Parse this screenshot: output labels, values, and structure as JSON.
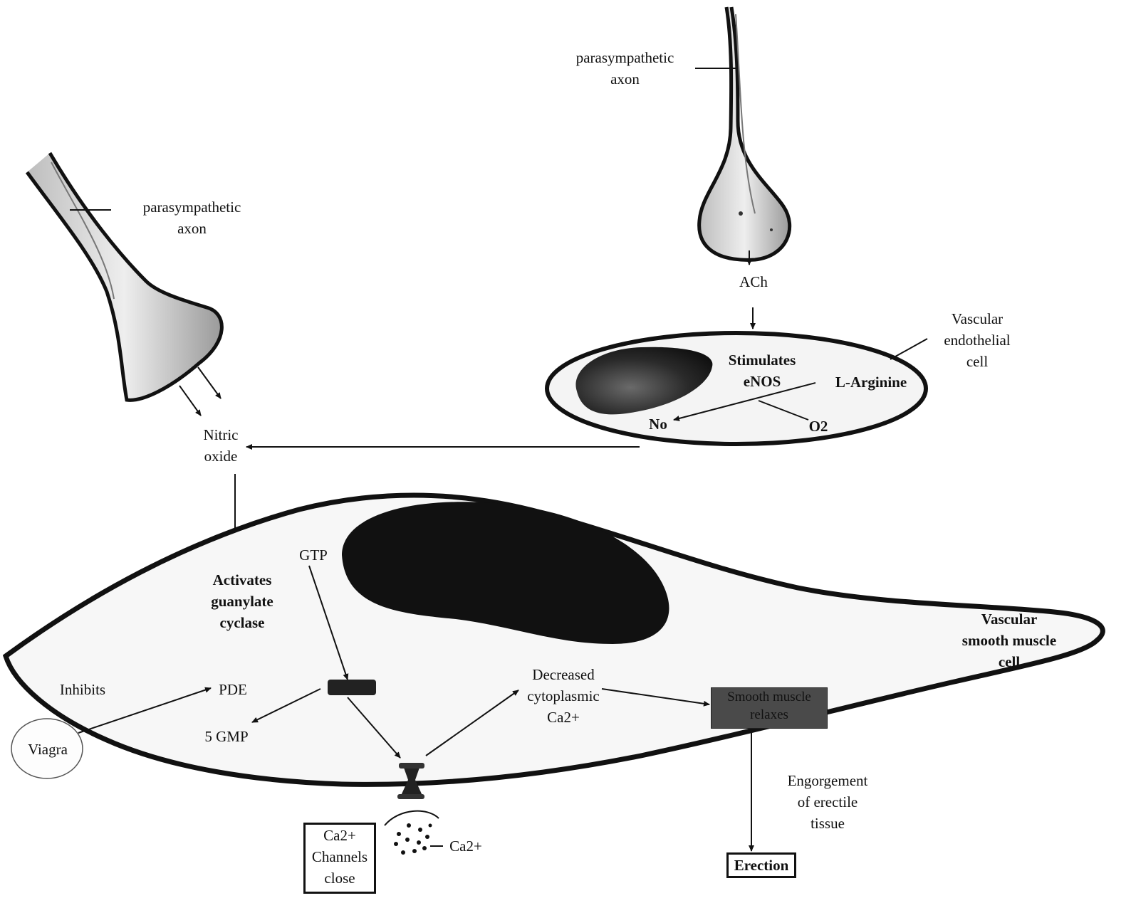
{
  "labels": {
    "axon_top": "parasympathetic\naxon",
    "axon_left": "parasympathetic\naxon",
    "ach": "ACh",
    "endothelial_cell": "Vascular\nendothelial\ncell",
    "stimulates_enos": "Stimulates\neNOS",
    "l_arginine": "L-Arginine",
    "no": "No",
    "o2": "O2",
    "nitric_oxide": "Nitric\noxide",
    "activates_gc": "Activates\nguanylate\ncyclase",
    "gtp": "GTP",
    "smooth_muscle_cell": "Vascular\nsmooth muscle\ncell",
    "inhibits": "Inhibits",
    "pde": "PDE",
    "five_gmp": "5 GMP",
    "viagra": "Viagra",
    "decreased_ca": "Decreased\ncytoplasmic\nCa2+",
    "smooth_muscle_relaxes": "Smooth muscle\nrelaxes",
    "engorgement": "Engorgement\nof erectile\ntissue",
    "erection": "Erection",
    "channels_close": "Ca2+\nChannels\nclose",
    "ca_ext": "Ca2+"
  }
}
